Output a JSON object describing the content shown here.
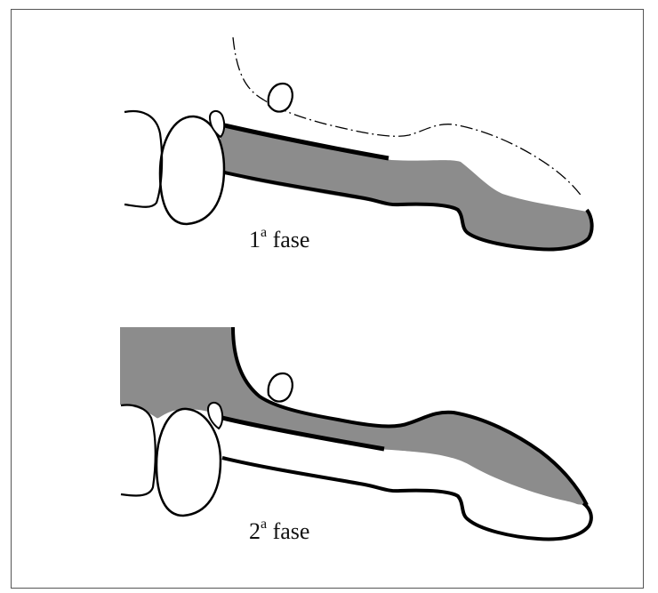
{
  "panels": [
    {
      "caption_num": "1",
      "caption_sup": "a",
      "caption_word": " fase"
    },
    {
      "caption_num": "2",
      "caption_sup": "a",
      "caption_word": " fase"
    }
  ],
  "colors": {
    "fill_gray": "#8c8c8c",
    "outline": "#000000",
    "frame": "#555555",
    "background": "#ffffff"
  }
}
